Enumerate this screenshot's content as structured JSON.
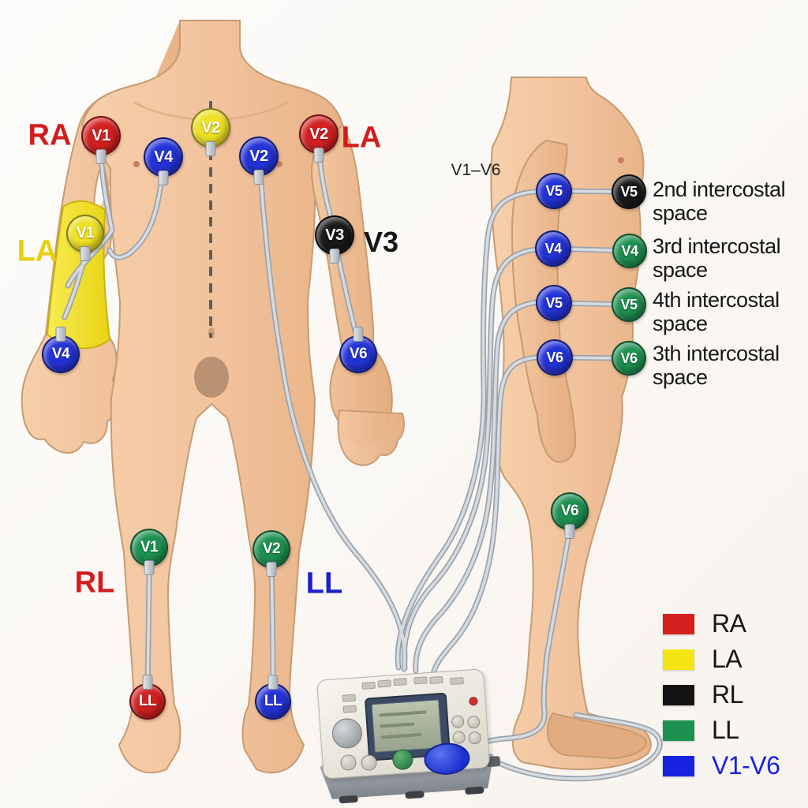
{
  "front_view": {
    "labels": {
      "ra": {
        "text": "RA",
        "color": "#d31d1d"
      },
      "la_arm": {
        "text": "LA",
        "color": "#e8cf08"
      },
      "la": {
        "text": "LA",
        "color": "#d31d1d"
      },
      "v3": {
        "text": "V3",
        "color": "#161616"
      },
      "rl": {
        "text": "RL",
        "color": "#d31d1d"
      },
      "ll": {
        "text": "LL",
        "color": "#1a1fc9"
      }
    },
    "electrodes": [
      {
        "label": "V1",
        "color": "#d32020"
      },
      {
        "label": "V4",
        "color": "#2433d8"
      },
      {
        "label": "V2",
        "color": "#efe125"
      },
      {
        "label": "V2",
        "color": "#2433d8"
      },
      {
        "label": "V2",
        "color": "#d32020"
      },
      {
        "label": "V1",
        "color": "#efe125"
      },
      {
        "label": "V3",
        "color": "#191919"
      },
      {
        "label": "V4",
        "color": "#2433d8"
      },
      {
        "label": "V6",
        "color": "#2433d8"
      },
      {
        "label": "V1",
        "color": "#1d9150"
      },
      {
        "label": "V2",
        "color": "#1d9150"
      },
      {
        "label": "LL",
        "color": "#d32020"
      },
      {
        "label": "LL",
        "color": "#2433d8"
      }
    ]
  },
  "side_view": {
    "header": {
      "text": "V1–V6",
      "color": "#222222"
    },
    "rows": [
      {
        "left": {
          "label": "V5",
          "color": "#2433d8"
        },
        "right": {
          "label": "V5",
          "color": "#191919"
        },
        "line1": "2nd intercostal",
        "line2": "space"
      },
      {
        "left": {
          "label": "V4",
          "color": "#2433d8"
        },
        "right": {
          "label": "V4",
          "color": "#1d9150"
        },
        "line1": "3rd intercostal",
        "line2": "space"
      },
      {
        "left": {
          "label": "V5",
          "color": "#2433d8"
        },
        "right": {
          "label": "V5",
          "color": "#1d9150"
        },
        "line1": "4th intercostal",
        "line2": "space"
      },
      {
        "left": {
          "label": "V6",
          "color": "#2433d8"
        },
        "right": {
          "label": "V6",
          "color": "#1d9150"
        },
        "line1": "3th intercostal",
        "line2": "space"
      }
    ],
    "thigh_electrode": {
      "label": "V6",
      "color": "#1d9150"
    }
  },
  "legend": {
    "items": [
      {
        "label": "RA",
        "swatch": "#d62020",
        "text_color": "#151515"
      },
      {
        "label": "LA",
        "swatch": "#f5e414",
        "text_color": "#151515"
      },
      {
        "label": "RL",
        "swatch": "#141414",
        "text_color": "#151515"
      },
      {
        "label": "LL",
        "swatch": "#1d9150",
        "text_color": "#151515"
      },
      {
        "label": "V1-V6",
        "swatch": "#1822e0",
        "text_color": "#1822e0"
      }
    ]
  }
}
